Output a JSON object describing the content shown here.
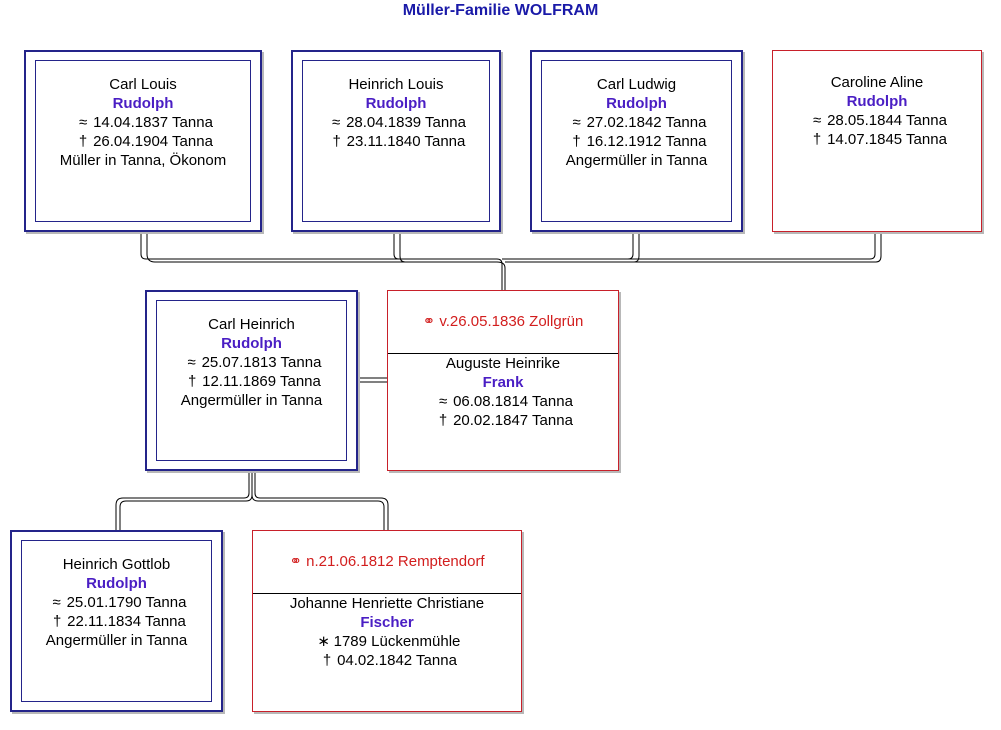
{
  "title": "Müller-Familie WOLFRAM",
  "symbols": {
    "birth": "≈",
    "death": "†",
    "born": "∗",
    "marriage": "⚭"
  },
  "children": [
    {
      "given": "Carl Louis",
      "surname": "Rudolph",
      "birth": "14.04.1837 Tanna",
      "death": "26.04.1904 Tanna",
      "occupation": "Müller in Tanna, Ökonom"
    },
    {
      "given": "Heinrich Louis",
      "surname": "Rudolph",
      "birth": "28.04.1839 Tanna",
      "death": "23.11.1840 Tanna"
    },
    {
      "given": "Carl Ludwig",
      "surname": "Rudolph",
      "birth": "27.02.1842 Tanna",
      "death": "16.12.1912 Tanna",
      "occupation": "Angermüller in Tanna"
    },
    {
      "given": "Caroline Aline",
      "surname": "Rudolph",
      "birth": "28.05.1844 Tanna",
      "death": "14.07.1845 Tanna"
    }
  ],
  "father": {
    "given": "Carl Heinrich",
    "surname": "Rudolph",
    "birth": "25.07.1813 Tanna",
    "death": "12.11.1869 Tanna",
    "occupation": "Angermüller in Tanna"
  },
  "mother": {
    "marriage": "v.26.05.1836 Zollgrün",
    "given": "Auguste Heinrike",
    "surname": "Frank",
    "birth": "06.08.1814 Tanna",
    "death": "20.02.1847 Tanna"
  },
  "grandfather": {
    "given": "Heinrich Gottlob",
    "surname": "Rudolph",
    "birth": "25.01.1790 Tanna",
    "death": "22.11.1834 Tanna",
    "occupation": "Angermüller in Tanna"
  },
  "grandmother": {
    "marriage": "n.21.06.1812 Remptendorf",
    "given": "Johanne Henriette Christiane",
    "surname": "Fischer",
    "born": "1789 Lückenmühle",
    "death": "04.02.1842 Tanna"
  }
}
